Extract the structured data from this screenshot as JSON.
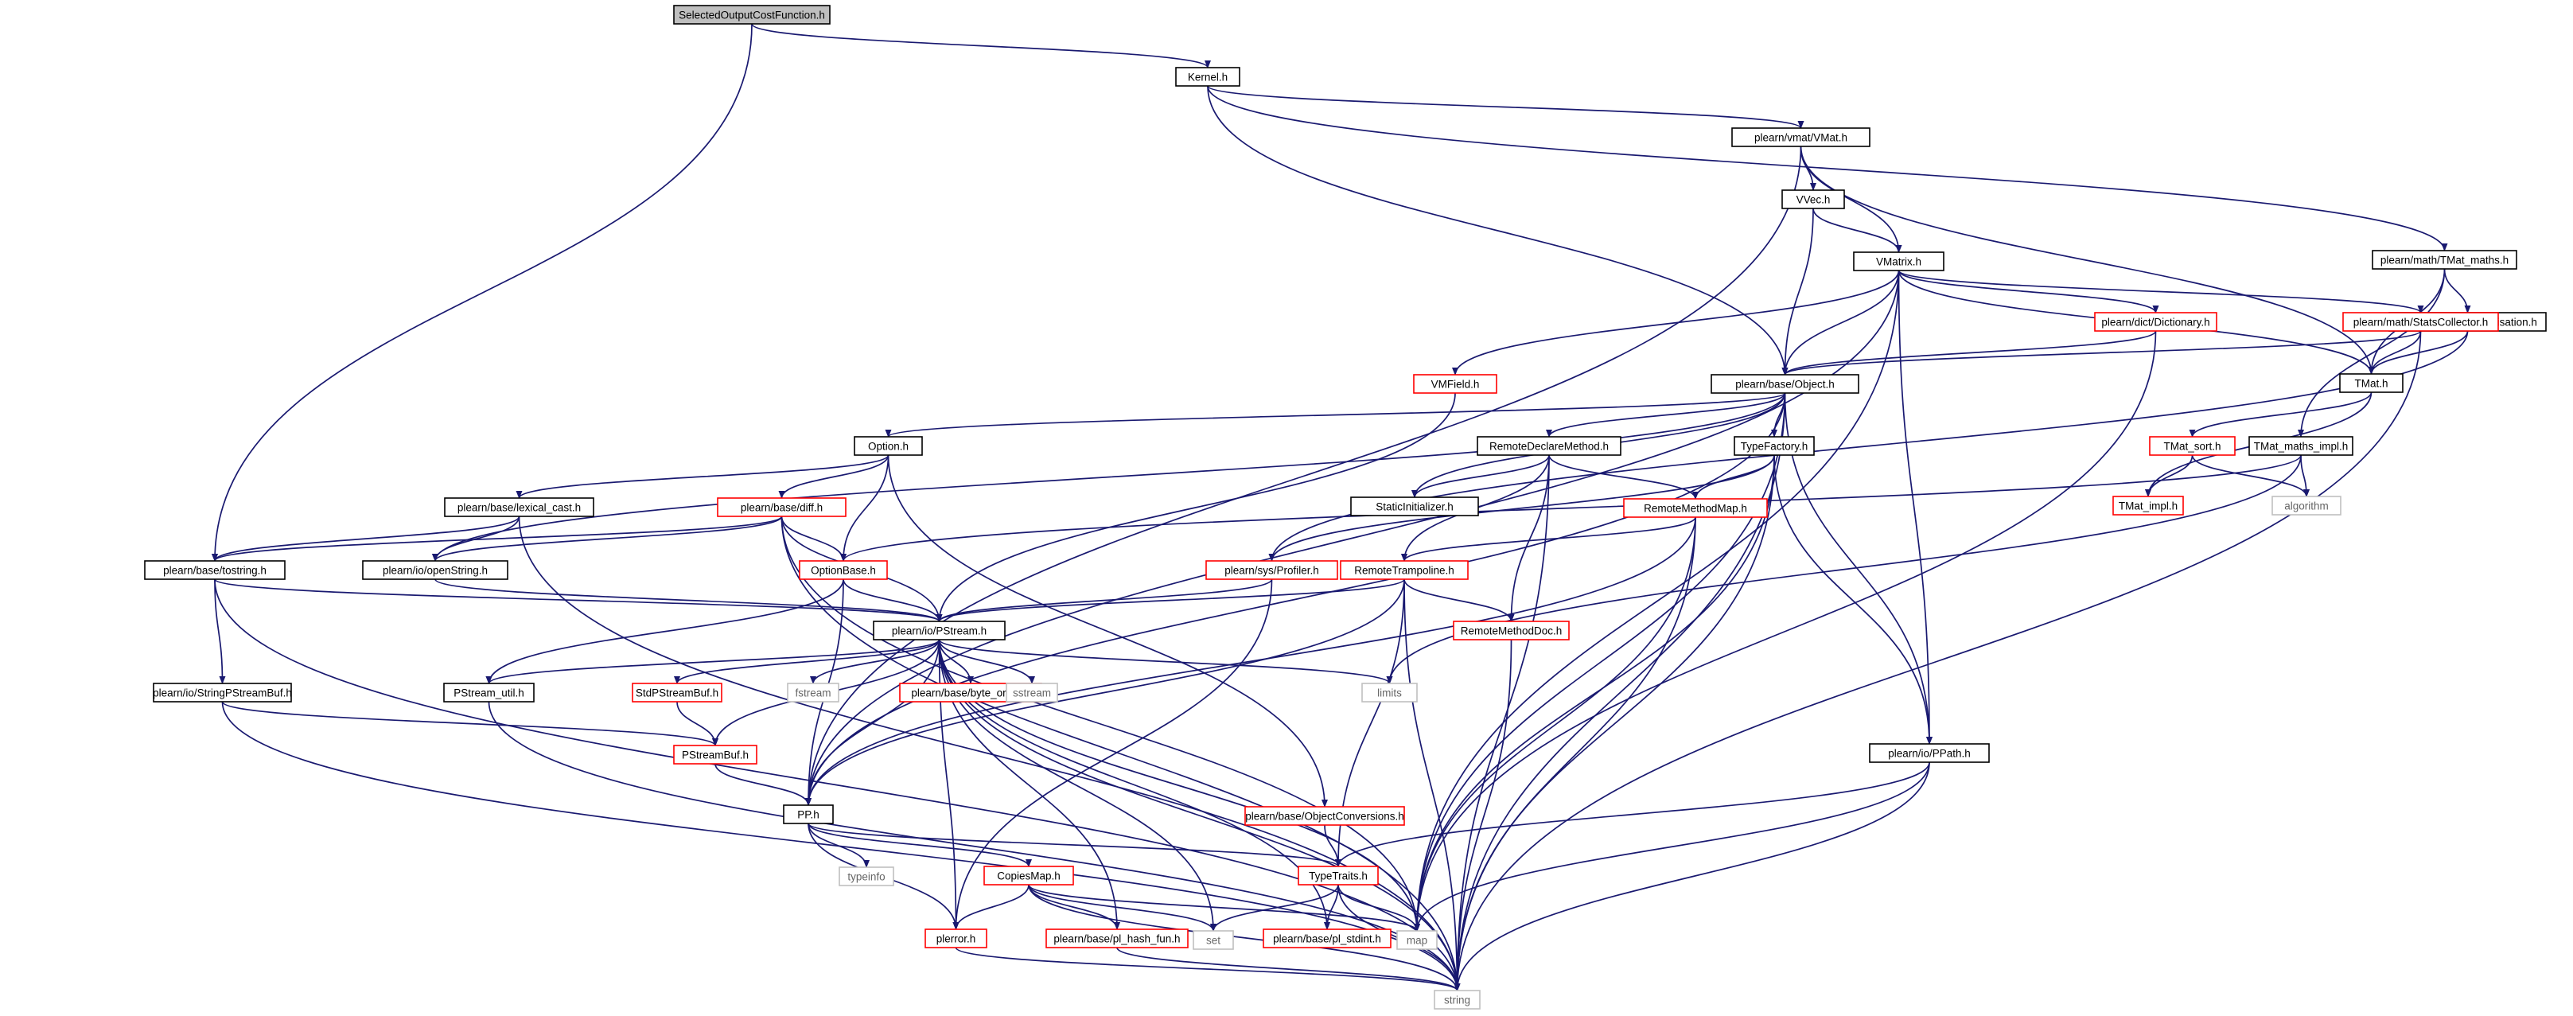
{
  "diagram": {
    "title": "SelectedOutputCostFunction.h",
    "colors": {
      "edge": "#191970",
      "root_fill": "#bfbfbf",
      "node_fill": "#ffffff",
      "border_normal": "#000000",
      "border_truncated": "#ff0000",
      "border_external": "#bfbfbf",
      "text_external": "#666666"
    },
    "nodes": [
      {
        "id": "root",
        "label": "SelectedOutputCostFunction.h",
        "kind": "root"
      },
      {
        "id": "kernel",
        "label": "Kernel.h",
        "kind": "normal"
      },
      {
        "id": "vmat",
        "label": "plearn/vmat/VMat.h",
        "kind": "normal"
      },
      {
        "id": "vvec",
        "label": "VVec.h",
        "kind": "normal"
      },
      {
        "id": "vmatrix",
        "label": "VMatrix.h",
        "kind": "normal"
      },
      {
        "id": "tmatmaths",
        "label": "plearn/math/TMat_maths.h",
        "kind": "normal"
      },
      {
        "id": "tmatspec",
        "label": "TMat_maths_specialisation.h",
        "kind": "normal"
      },
      {
        "id": "tmat",
        "label": "TMat.h",
        "kind": "normal"
      },
      {
        "id": "dictionary",
        "label": "plearn/dict/Dictionary.h",
        "kind": "truncated"
      },
      {
        "id": "statscol",
        "label": "plearn/math/StatsCollector.h",
        "kind": "truncated"
      },
      {
        "id": "vmfield",
        "label": "VMField.h",
        "kind": "truncated"
      },
      {
        "id": "object",
        "label": "plearn/base/Object.h",
        "kind": "normal"
      },
      {
        "id": "tmatsort",
        "label": "TMat_sort.h",
        "kind": "truncated"
      },
      {
        "id": "tmatmathsimpl",
        "label": "TMat_maths_impl.h",
        "kind": "normal"
      },
      {
        "id": "tmatimpl",
        "label": "TMat_impl.h",
        "kind": "truncated"
      },
      {
        "id": "algorithm",
        "label": "algorithm",
        "kind": "external"
      },
      {
        "id": "option",
        "label": "Option.h",
        "kind": "normal"
      },
      {
        "id": "remotedecl",
        "label": "RemoteDeclareMethod.h",
        "kind": "normal"
      },
      {
        "id": "typefactory",
        "label": "TypeFactory.h",
        "kind": "normal"
      },
      {
        "id": "staticinit",
        "label": "StaticInitializer.h",
        "kind": "normal"
      },
      {
        "id": "lexical",
        "label": "plearn/base/lexical_cast.h",
        "kind": "normal"
      },
      {
        "id": "diff",
        "label": "plearn/base/diff.h",
        "kind": "truncated"
      },
      {
        "id": "remotemethodmap",
        "label": "RemoteMethodMap.h",
        "kind": "truncated"
      },
      {
        "id": "tostring",
        "label": "plearn/base/tostring.h",
        "kind": "normal"
      },
      {
        "id": "openstring",
        "label": "plearn/io/openString.h",
        "kind": "normal"
      },
      {
        "id": "optionbase",
        "label": "OptionBase.h",
        "kind": "truncated"
      },
      {
        "id": "profiler",
        "label": "plearn/sys/Profiler.h",
        "kind": "truncated"
      },
      {
        "id": "remotetramp",
        "label": "RemoteTrampoline.h",
        "kind": "truncated"
      },
      {
        "id": "pstream",
        "label": "plearn/io/PStream.h",
        "kind": "normal"
      },
      {
        "id": "remotemethoddoc",
        "label": "RemoteMethodDoc.h",
        "kind": "truncated"
      },
      {
        "id": "stringpsb",
        "label": "plearn/io/StringPStreamBuf.h",
        "kind": "normal"
      },
      {
        "id": "pstreamutil",
        "label": "PStream_util.h",
        "kind": "normal"
      },
      {
        "id": "stdpsb",
        "label": "StdPStreamBuf.h",
        "kind": "truncated"
      },
      {
        "id": "fstream",
        "label": "fstream",
        "kind": "external"
      },
      {
        "id": "byteorder",
        "label": "plearn/base/byte_order.h",
        "kind": "truncated"
      },
      {
        "id": "sstream",
        "label": "sstream",
        "kind": "external"
      },
      {
        "id": "limits",
        "label": "limits",
        "kind": "external"
      },
      {
        "id": "ppath",
        "label": "plearn/io/PPath.h",
        "kind": "normal"
      },
      {
        "id": "pstreambuf",
        "label": "PStreamBuf.h",
        "kind": "truncated"
      },
      {
        "id": "pp",
        "label": "PP.h",
        "kind": "normal"
      },
      {
        "id": "objconv",
        "label": "plearn/base/ObjectConversions.h",
        "kind": "truncated"
      },
      {
        "id": "typeinfo",
        "label": "typeinfo",
        "kind": "external"
      },
      {
        "id": "copiesmap",
        "label": "CopiesMap.h",
        "kind": "truncated"
      },
      {
        "id": "typetraits",
        "label": "TypeTraits.h",
        "kind": "truncated"
      },
      {
        "id": "perror",
        "label": "plerror.h",
        "kind": "truncated"
      },
      {
        "id": "hashfun",
        "label": "plearn/base/pl_hash_fun.h",
        "kind": "truncated"
      },
      {
        "id": "set",
        "label": "set",
        "kind": "external"
      },
      {
        "id": "stdint",
        "label": "plearn/base/pl_stdint.h",
        "kind": "truncated"
      },
      {
        "id": "map",
        "label": "map",
        "kind": "external"
      },
      {
        "id": "string",
        "label": "string",
        "kind": "external"
      }
    ],
    "edges": [
      [
        "root",
        "kernel"
      ],
      [
        "root",
        "tostring"
      ],
      [
        "kernel",
        "vmat"
      ],
      [
        "kernel",
        "tmatmaths"
      ],
      [
        "kernel",
        "object"
      ],
      [
        "vmat",
        "vvec"
      ],
      [
        "vmat",
        "vmatrix"
      ],
      [
        "vmat",
        "tmat"
      ],
      [
        "vmat",
        "pp"
      ],
      [
        "vvec",
        "vmatrix"
      ],
      [
        "vvec",
        "object"
      ],
      [
        "vmatrix",
        "object"
      ],
      [
        "vmatrix",
        "dictionary"
      ],
      [
        "vmatrix",
        "statscol"
      ],
      [
        "vmatrix",
        "tmat"
      ],
      [
        "vmatrix",
        "vmfield"
      ],
      [
        "vmatrix",
        "ppath"
      ],
      [
        "vmatrix",
        "map"
      ],
      [
        "vmatrix",
        "pp"
      ],
      [
        "tmatmaths",
        "tmat"
      ],
      [
        "tmatmaths",
        "tmatspec"
      ],
      [
        "tmatmaths",
        "tmatmathsimpl"
      ],
      [
        "tmatspec",
        "tmat"
      ],
      [
        "tmatspec",
        "profiler"
      ],
      [
        "tmat",
        "tmatsort"
      ],
      [
        "tmat",
        "tmatimpl"
      ],
      [
        "tmatsort",
        "tmatimpl"
      ],
      [
        "tmatsort",
        "algorithm"
      ],
      [
        "tmatmathsimpl",
        "algorithm"
      ],
      [
        "tmatmathsimpl",
        "limits"
      ],
      [
        "tmatmathsimpl",
        "optionbase"
      ],
      [
        "dictionary",
        "object"
      ],
      [
        "dictionary",
        "map"
      ],
      [
        "statscol",
        "object"
      ],
      [
        "statscol",
        "tmat"
      ],
      [
        "statscol",
        "string"
      ],
      [
        "vmfield",
        "pstream"
      ],
      [
        "object",
        "option"
      ],
      [
        "object",
        "remotedecl"
      ],
      [
        "object",
        "typefactory"
      ],
      [
        "object",
        "staticinit"
      ],
      [
        "object",
        "ppath"
      ],
      [
        "object",
        "map"
      ],
      [
        "object",
        "string"
      ],
      [
        "object",
        "openstring"
      ],
      [
        "object",
        "pp"
      ],
      [
        "option",
        "lexical"
      ],
      [
        "option",
        "diff"
      ],
      [
        "option",
        "optionbase"
      ],
      [
        "option",
        "objconv"
      ],
      [
        "lexical",
        "tostring"
      ],
      [
        "lexical",
        "openstring"
      ],
      [
        "lexical",
        "string"
      ],
      [
        "diff",
        "tostring"
      ],
      [
        "diff",
        "openstring"
      ],
      [
        "diff",
        "optionbase"
      ],
      [
        "diff",
        "pstream"
      ],
      [
        "diff",
        "map"
      ],
      [
        "diff",
        "string"
      ],
      [
        "remotedecl",
        "staticinit"
      ],
      [
        "remotedecl",
        "remotemethodmap"
      ],
      [
        "remotedecl",
        "remotetramp"
      ],
      [
        "remotedecl",
        "remotemethoddoc"
      ],
      [
        "remotedecl",
        "string"
      ],
      [
        "typefactory",
        "remotemethodmap"
      ],
      [
        "typefactory",
        "map"
      ],
      [
        "typefactory",
        "string"
      ],
      [
        "typefactory",
        "ppath"
      ],
      [
        "typefactory",
        "profiler"
      ],
      [
        "remotemethodmap",
        "remotetramp"
      ],
      [
        "remotemethodmap",
        "map"
      ],
      [
        "remotemethodmap",
        "string"
      ],
      [
        "remotemethodmap",
        "pp"
      ],
      [
        "tostring",
        "stringpsb"
      ],
      [
        "tostring",
        "pstream"
      ],
      [
        "tostring",
        "string"
      ],
      [
        "openstring",
        "pstream"
      ],
      [
        "optionbase",
        "pstream"
      ],
      [
        "optionbase",
        "pstreamutil"
      ],
      [
        "optionbase",
        "pp"
      ],
      [
        "profiler",
        "pstream"
      ],
      [
        "profiler",
        "perror"
      ],
      [
        "remotetramp",
        "pstream"
      ],
      [
        "remotetramp",
        "remotemethoddoc"
      ],
      [
        "remotetramp",
        "typetraits"
      ],
      [
        "remotetramp",
        "string"
      ],
      [
        "remotetramp",
        "pp"
      ],
      [
        "remotemethoddoc",
        "string"
      ],
      [
        "stringpsb",
        "pstreambuf"
      ],
      [
        "stringpsb",
        "string"
      ],
      [
        "pstream",
        "pstreamutil"
      ],
      [
        "pstream",
        "stdpsb"
      ],
      [
        "pstream",
        "fstream"
      ],
      [
        "pstream",
        "byteorder"
      ],
      [
        "pstream",
        "sstream"
      ],
      [
        "pstream",
        "limits"
      ],
      [
        "pstream",
        "map"
      ],
      [
        "pstream",
        "pstreambuf"
      ],
      [
        "pstream",
        "pp"
      ],
      [
        "pstream",
        "perror"
      ],
      [
        "pstream",
        "hashfun"
      ],
      [
        "pstream",
        "set"
      ],
      [
        "pstream",
        "stdint"
      ],
      [
        "pstream",
        "string"
      ],
      [
        "pstreamutil",
        "string"
      ],
      [
        "stdpsb",
        "pstreambuf"
      ],
      [
        "pstreambuf",
        "pp"
      ],
      [
        "ppath",
        "typetraits"
      ],
      [
        "ppath",
        "map"
      ],
      [
        "ppath",
        "string"
      ],
      [
        "pp",
        "typeinfo"
      ],
      [
        "pp",
        "copiesmap"
      ],
      [
        "pp",
        "typetraits"
      ],
      [
        "pp",
        "perror"
      ],
      [
        "objconv",
        "typetraits"
      ],
      [
        "copiesmap",
        "perror"
      ],
      [
        "copiesmap",
        "hashfun"
      ],
      [
        "copiesmap",
        "set"
      ],
      [
        "copiesmap",
        "map"
      ],
      [
        "copiesmap",
        "string"
      ],
      [
        "typetraits",
        "set"
      ],
      [
        "typetraits",
        "stdint"
      ],
      [
        "typetraits",
        "map"
      ],
      [
        "typetraits",
        "string"
      ],
      [
        "perror",
        "string"
      ],
      [
        "hashfun",
        "string"
      ]
    ]
  }
}
